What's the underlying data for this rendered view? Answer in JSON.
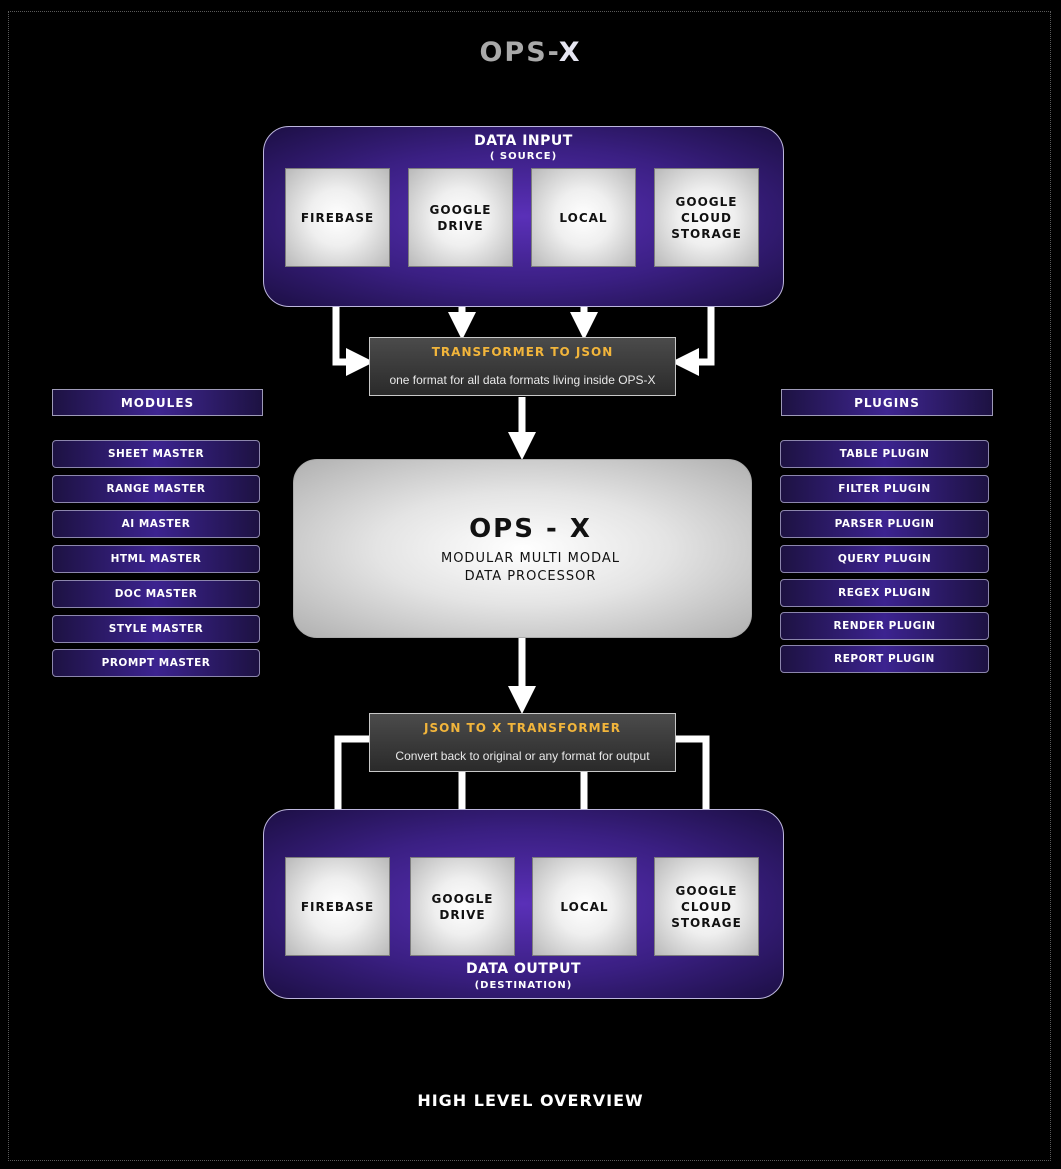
{
  "title": {
    "main": "OPS-",
    "accent": "X"
  },
  "input": {
    "title": "DATA INPUT",
    "subtitle": "( SOURCE)",
    "sources": [
      "FIREBASE",
      "GOOGLE\nDRIVE",
      "LOCAL",
      "GOOGLE\nCLOUD\nSTORAGE"
    ]
  },
  "transformer_in": {
    "title": "TRANSFORMER TO JSON",
    "description": "one format for all data formats living inside OPS-X"
  },
  "core": {
    "title": "OPS - X",
    "subtitle_line1": "MODULAR MULTI MODAL",
    "subtitle_line2": "DATA PROCESSOR"
  },
  "transformer_out": {
    "title": "JSON TO X TRANSFORMER",
    "description": "Convert back to original or any format for output"
  },
  "output": {
    "title": "DATA OUTPUT",
    "subtitle": "(DESTINATION)",
    "destinations": [
      "FIREBASE",
      "GOOGLE\nDRIVE",
      "LOCAL",
      "GOOGLE\nCLOUD\nSTORAGE"
    ]
  },
  "modules": {
    "header": "MODULES",
    "items": [
      "SHEET MASTER",
      "RANGE MASTER",
      "AI MASTER",
      "HTML MASTER",
      "DOC MASTER",
      "STYLE MASTER",
      "PROMPT MASTER"
    ]
  },
  "plugins": {
    "header": "PLUGINS",
    "items": [
      "TABLE PLUGIN",
      "FILTER PLUGIN",
      "PARSER PLUGIN",
      "QUERY PLUGIN",
      "REGEX PLUGIN",
      "RENDER PLUGIN",
      "REPORT PLUGIN"
    ]
  },
  "footer": "HIGH LEVEL OVERVIEW",
  "colors": {
    "background": "#000000",
    "group_purple": "#3a1f82",
    "transformer_title": "#f2b53b",
    "arrow": "#ffffff"
  }
}
